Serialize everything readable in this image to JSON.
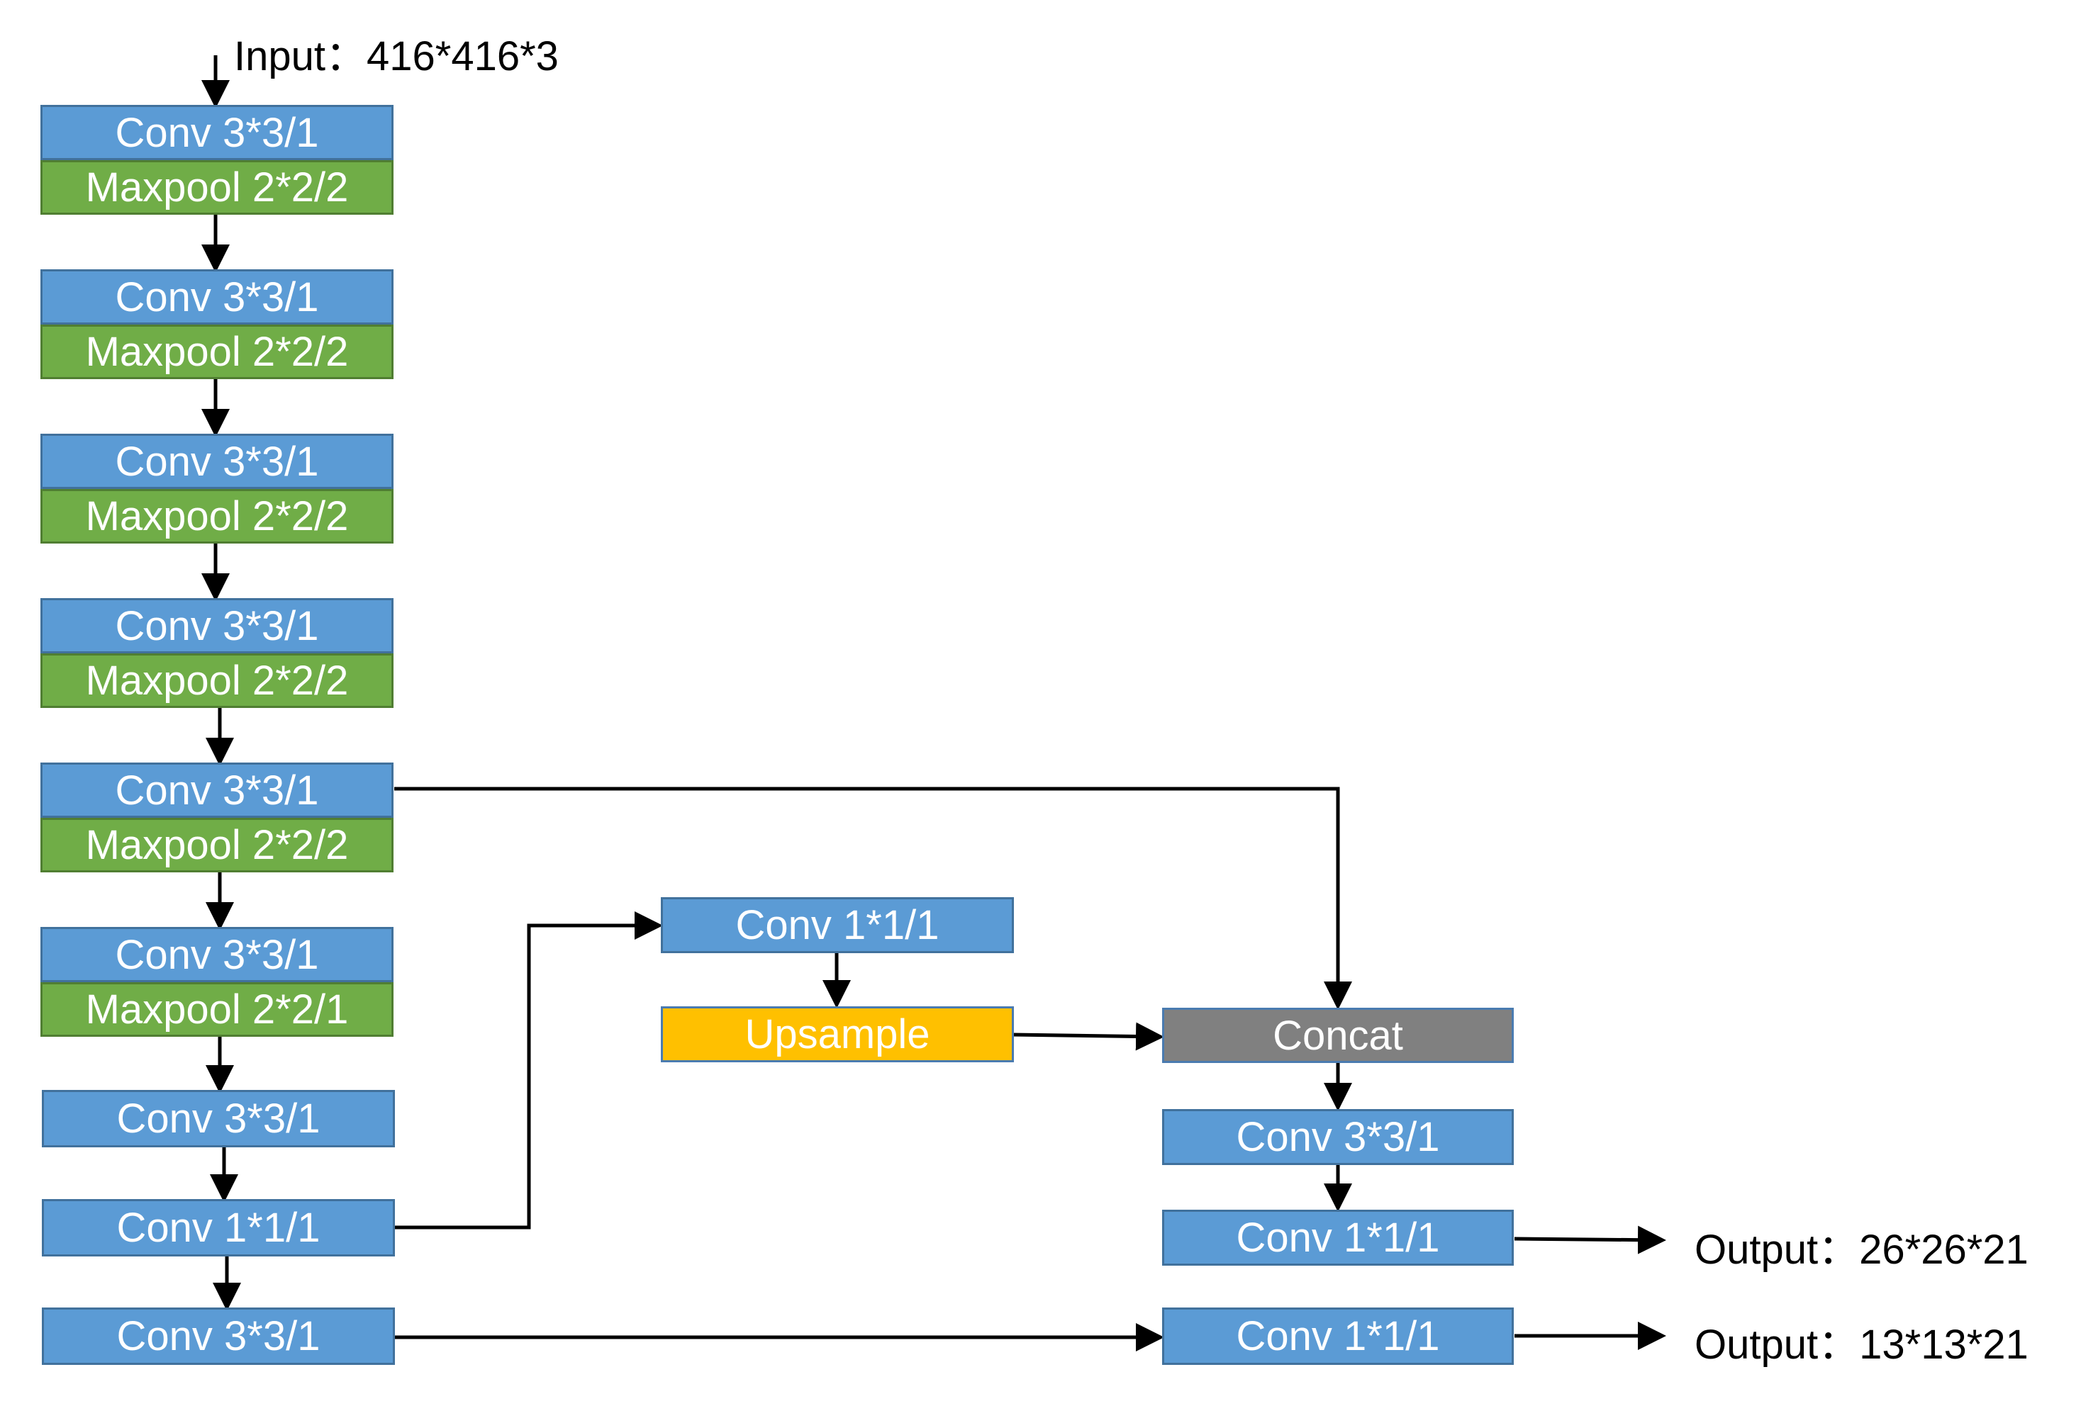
{
  "input_label": "Input：416*416*3",
  "backbone": [
    {
      "conv": "Conv 3*3/1",
      "pool": "Maxpool 2*2/2"
    },
    {
      "conv": "Conv 3*3/1",
      "pool": "Maxpool 2*2/2"
    },
    {
      "conv": "Conv 3*3/1",
      "pool": "Maxpool 2*2/2"
    },
    {
      "conv": "Conv 3*3/1",
      "pool": "Maxpool 2*2/2"
    },
    {
      "conv": "Conv 3*3/1",
      "pool": "Maxpool 2*2/2"
    },
    {
      "conv": "Conv 3*3/1",
      "pool": "Maxpool 2*2/1"
    }
  ],
  "tail": {
    "conv_a": "Conv 3*3/1",
    "conv_b": "Conv 1*1/1",
    "conv_c": "Conv 3*3/1"
  },
  "branch": {
    "conv": "Conv 1*1/1",
    "upsample": "Upsample"
  },
  "head": {
    "concat": "Concat",
    "conv_a": "Conv 3*3/1",
    "conv_b": "Conv 1*1/1",
    "conv_out2": "Conv 1*1/1"
  },
  "outputs": {
    "out1": "Output：26*26*21",
    "out2": "Output：13*13*21"
  },
  "colors": {
    "conv": "#5b9bd5",
    "maxpool": "#70ad47",
    "upsample": "#ffc000",
    "concat": "#808080"
  }
}
